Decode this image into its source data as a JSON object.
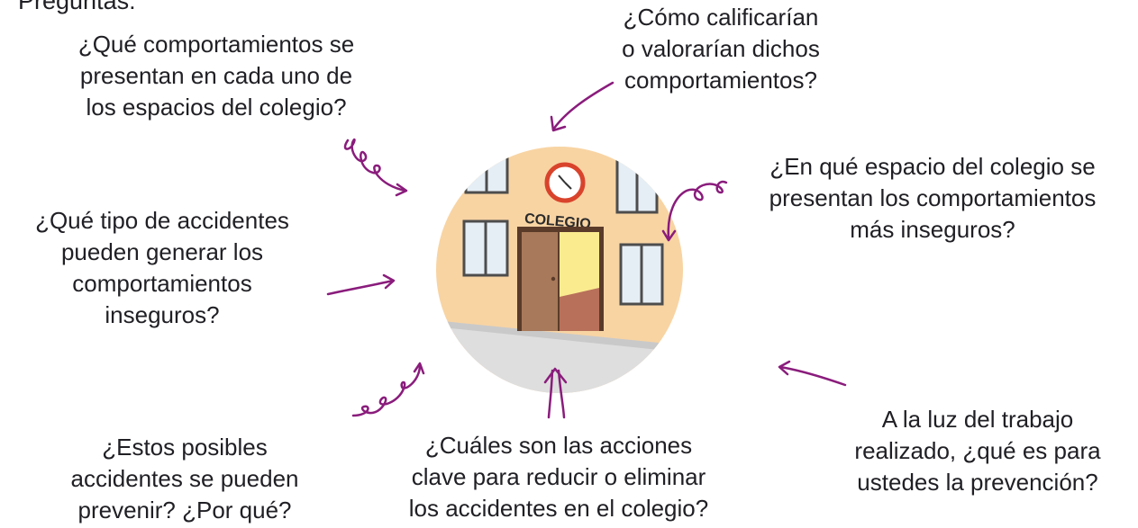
{
  "header": {
    "label": "Preguntas:"
  },
  "questions": {
    "comportamientos": "¿Qué comportamientos se\npresentan en cada uno de\nlos espacios del colegio?",
    "valoracion": "¿Cómo calificarían\no valorarían dichos\ncomportamientos?",
    "espacio": "¿En qué espacio del colegio se\npresentan los comportamientos\nmás inseguros?",
    "accidentes": "¿Qué tipo de accidentes\npueden generar los\ncomportamientos\ninseguros?",
    "prevenir": "¿Estos posibles\naccidentes se pueden\nprevenir? ¿Por qué?",
    "acciones": "¿Cuáles son las acciones\nclave para reducir o eliminar\nlos accidentes en el colegio?",
    "prevencion": "A la luz del trabajo\nrealizado, ¿qué es para\nustedes la prevención?"
  },
  "illustration": {
    "sign": "COLEGIO"
  },
  "colors": {
    "arrow": "#8a1c7c",
    "wall": "#f8d4a3",
    "ground": "#dedede",
    "clock_ring": "#d9432c",
    "door": "#a8795a",
    "door_light": "#faeb8f"
  }
}
